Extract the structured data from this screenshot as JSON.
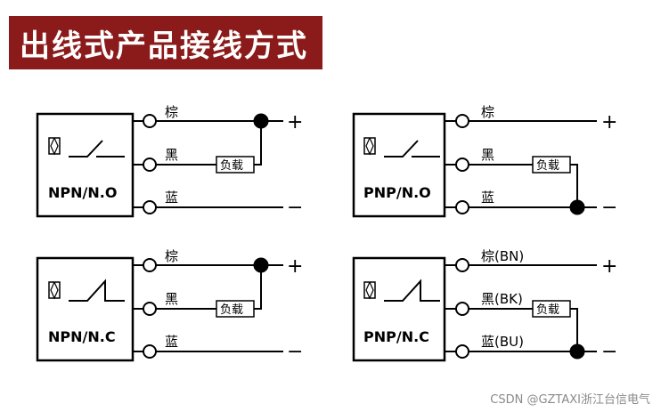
{
  "title": "出线式产品接线方式",
  "watermark": "CSDN @GZTAXI浙江台信电气",
  "diagrams": [
    {
      "label": "NPN/N.O",
      "wires": [
        "棕",
        "黑",
        "蓝"
      ],
      "load": "负载",
      "plus": "+",
      "minus": "−"
    },
    {
      "label": "PNP/N.O",
      "wires": [
        "棕",
        "黑",
        "蓝"
      ],
      "load": "负载",
      "plus": "+",
      "minus": "−"
    },
    {
      "label": "NPN/N.C",
      "wires": [
        "棕",
        "黑",
        "蓝"
      ],
      "load": "负载",
      "plus": "+",
      "minus": "−"
    },
    {
      "label": "PNP/N.C",
      "wires": [
        "棕(BN)",
        "黑(BK)",
        "蓝(BU)"
      ],
      "load": "负载",
      "plus": "+",
      "minus": "−"
    }
  ],
  "colors": {
    "banner": "#8b1a1a",
    "line": "#000000",
    "watermark": "#8a8a8a"
  }
}
